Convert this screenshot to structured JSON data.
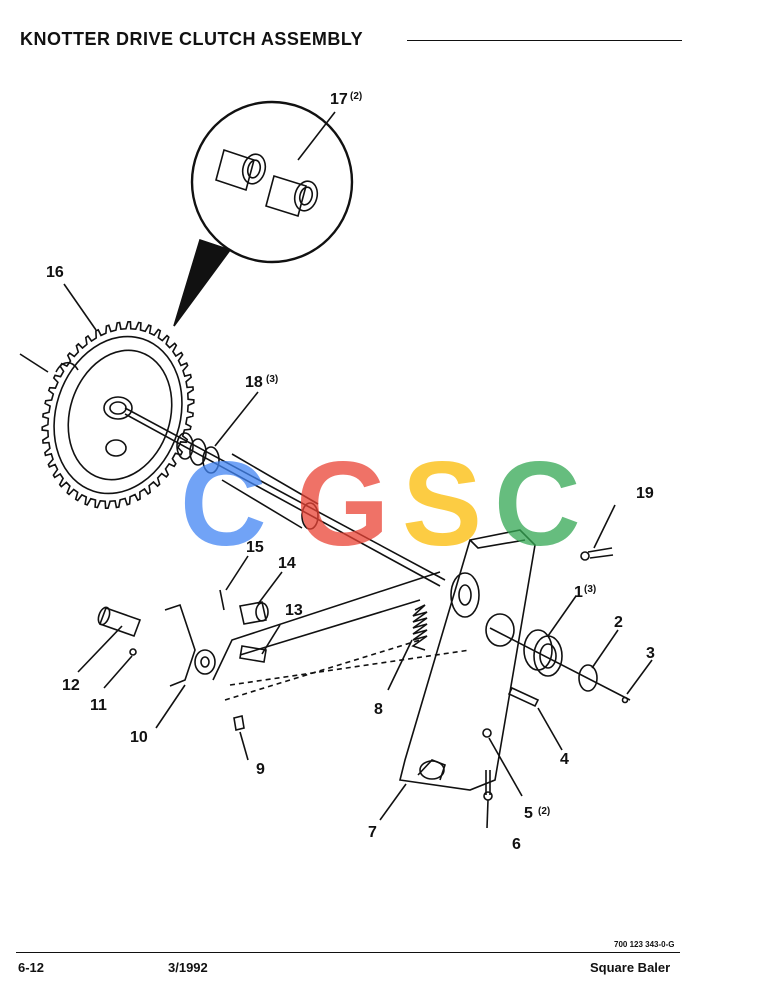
{
  "header": {
    "title": "KNOTTER DRIVE CLUTCH ASSEMBLY"
  },
  "callouts": [
    {
      "num": "1",
      "qty": "(3)"
    },
    {
      "num": "2",
      "qty": ""
    },
    {
      "num": "3",
      "qty": ""
    },
    {
      "num": "4",
      "qty": ""
    },
    {
      "num": "5",
      "qty": "(2)"
    },
    {
      "num": "6",
      "qty": ""
    },
    {
      "num": "7",
      "qty": ""
    },
    {
      "num": "8",
      "qty": ""
    },
    {
      "num": "9",
      "qty": ""
    },
    {
      "num": "10",
      "qty": ""
    },
    {
      "num": "11",
      "qty": ""
    },
    {
      "num": "12",
      "qty": ""
    },
    {
      "num": "13",
      "qty": ""
    },
    {
      "num": "14",
      "qty": ""
    },
    {
      "num": "15",
      "qty": ""
    },
    {
      "num": "16",
      "qty": ""
    },
    {
      "num": "17",
      "qty": "(2)"
    },
    {
      "num": "18",
      "qty": "(3)"
    },
    {
      "num": "19",
      "qty": ""
    }
  ],
  "watermark": {
    "letters": [
      "C",
      "G",
      "S",
      "C"
    ],
    "colors": [
      "#4285F4",
      "#EA4335",
      "#FBBC05",
      "#34A853"
    ]
  },
  "footer": {
    "doc_number": "700 123 343-0-G",
    "page": "6-12",
    "date": "3/1992",
    "product": "Square Baler"
  }
}
